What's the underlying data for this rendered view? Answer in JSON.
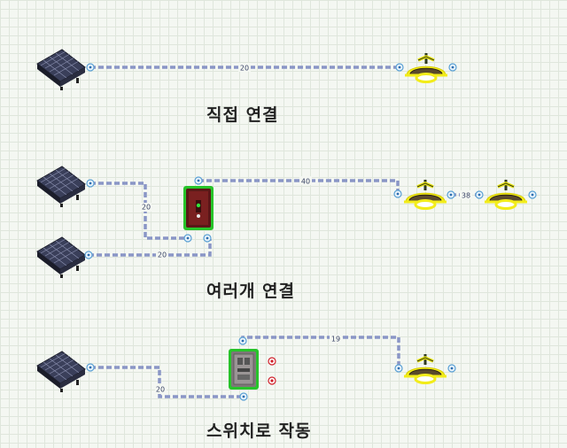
{
  "sections": [
    {
      "caption": "직접 연결"
    },
    {
      "caption": "여러개 연결"
    },
    {
      "caption": "스위치로 작동"
    }
  ],
  "wire_labels": {
    "direct": "20",
    "multi_left_a": "20",
    "multi_left_b": "20",
    "multi_main": "40",
    "multi_between_lamps": "38",
    "switch_left": "20",
    "switch_right": "19"
  },
  "icons": {
    "solar_panel": "solar-panel-icon",
    "lamp": "ceiling-lamp-icon",
    "battery": "battery-icon",
    "switch": "switch-box-icon"
  },
  "colors": {
    "wire": "#8a96c6",
    "selection_highlight": "#f2ec1a",
    "battery_outline": "#27c42a",
    "port": "#5aa0d4",
    "switch_port": "#d0202a"
  }
}
